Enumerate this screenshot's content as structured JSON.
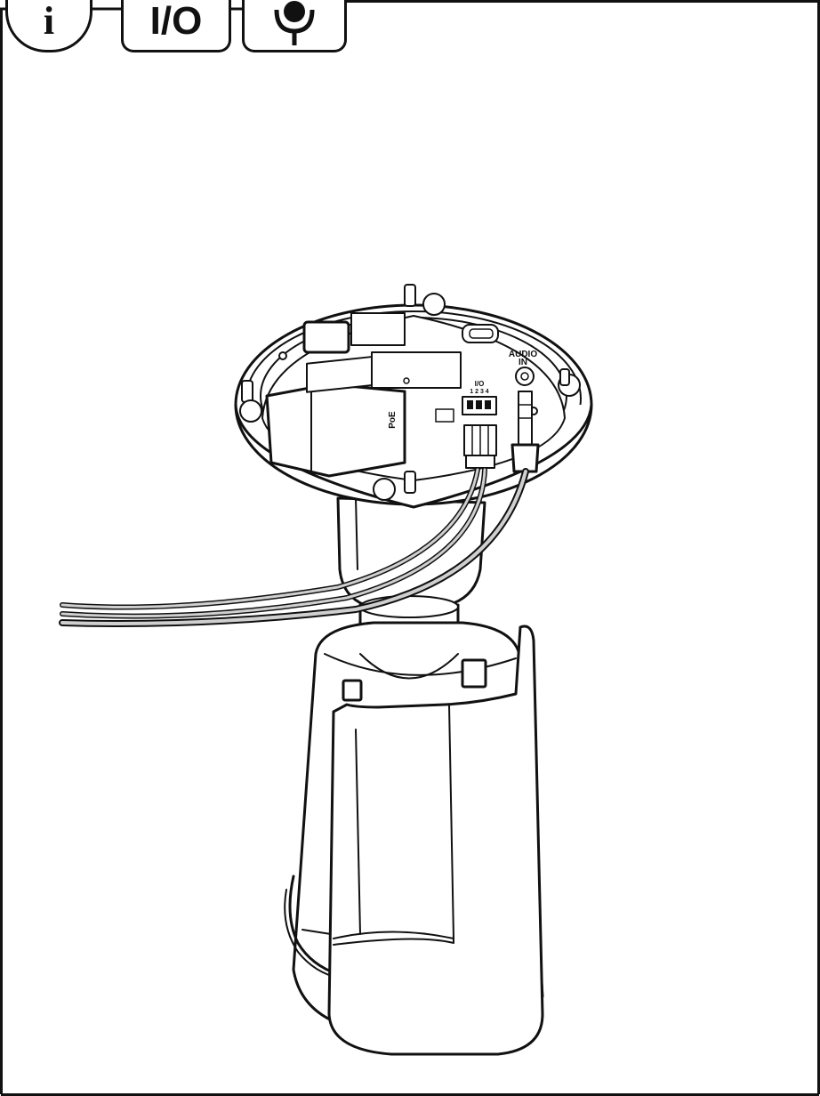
{
  "header": {
    "badges": [
      {
        "name": "info-icon",
        "label": "i"
      },
      {
        "name": "io-icon",
        "label": "I/O"
      },
      {
        "name": "microphone-icon",
        "label": ""
      }
    ]
  },
  "illustration": {
    "labels": {
      "audio_in_line1": "AUDIO",
      "audio_in_line2": "IN",
      "io_title": "I/O",
      "io_pins": "1 2 3 4",
      "poe": "PoE"
    }
  },
  "colors": {
    "line": "#111111",
    "cable": "#bdbdbd",
    "background": "#ffffff"
  }
}
